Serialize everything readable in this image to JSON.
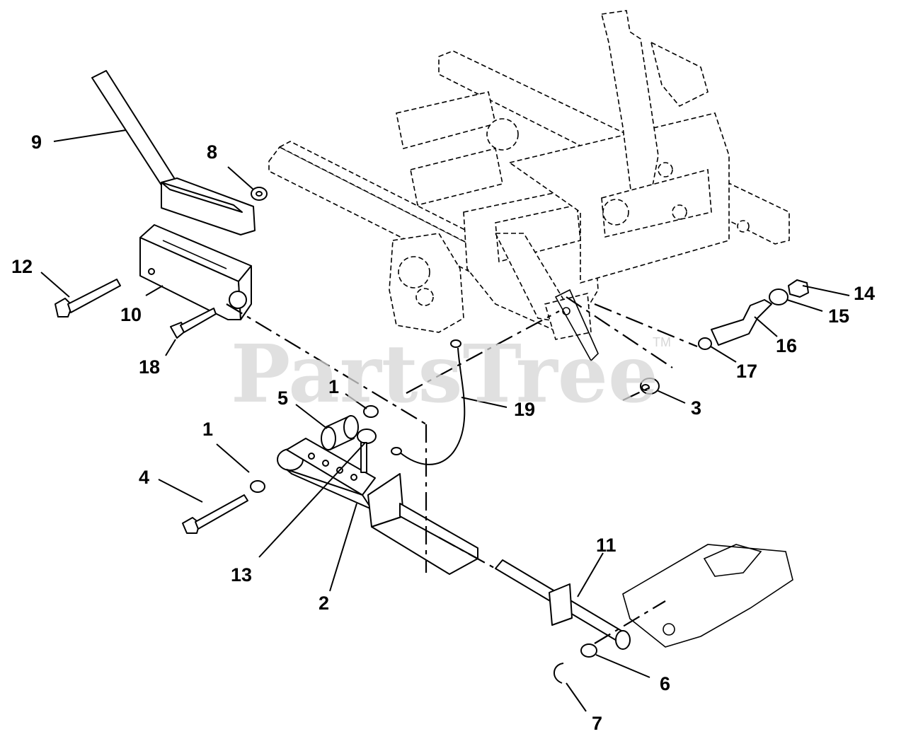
{
  "watermark": {
    "text": "PartsTree",
    "mark": "TM"
  },
  "callouts": {
    "c1a": "1",
    "c1b": "1",
    "c2": "2",
    "c3": "3",
    "c4": "4",
    "c5": "5",
    "c6": "6",
    "c7": "7",
    "c8": "8",
    "c9": "9",
    "c10": "10",
    "c11": "11",
    "c12": "12",
    "c13": "13",
    "c14": "14",
    "c15": "15",
    "c16": "16",
    "c17": "17",
    "c18": "18",
    "c19": "19"
  }
}
